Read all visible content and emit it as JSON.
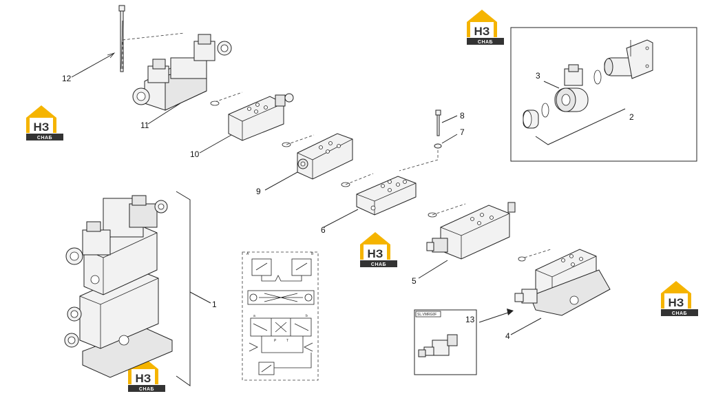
{
  "callouts": {
    "c1": "1",
    "c2": "2",
    "c3": "3",
    "c4": "4",
    "c5": "5",
    "c6": "6",
    "c7": "7",
    "c8": "8",
    "c9": "9",
    "c10": "10",
    "c11": "11",
    "c12": "12",
    "c13": "13"
  },
  "kit": {
    "label": "SL.VMRG0F"
  },
  "schematic": {
    "port_a_top": "A",
    "port_b_top": "B",
    "port_a_mid": "a",
    "port_b_mid": "b",
    "port_p": "P",
    "port_t": "T"
  },
  "watermark": {
    "letters": "НЗ",
    "caption": "СНАБ",
    "colors": {
      "yellow": "#f5b400",
      "dark": "#333333"
    }
  }
}
